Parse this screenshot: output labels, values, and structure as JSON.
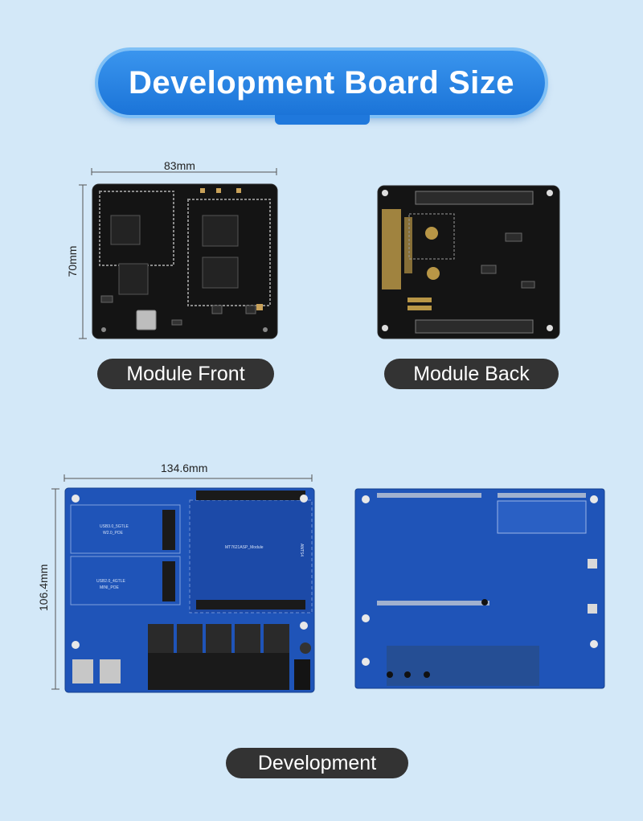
{
  "banner": {
    "title": "Development Board Size"
  },
  "module_front": {
    "label": "Module Front",
    "width_label": "83mm",
    "height_label": "70mm"
  },
  "module_back": {
    "label": "Module Back"
  },
  "dev_board": {
    "label": "Development",
    "width_label": "134.6mm",
    "height_label": "106.4mm",
    "silkscreen": {
      "slot1_line1": "USB3.0_5GTLE",
      "slot1_line2": "W2.0_POE",
      "slot2_line1": "USB2.0_4GTLE",
      "slot2_line2": "MINI_POE",
      "module_text": "MT7621ASP_Module",
      "side_text": "ANTS4"
    }
  },
  "colors": {
    "background": "#d3e8f8",
    "banner": "#1b74d8",
    "pill": "#333333",
    "pcb_black": "#141414",
    "pcb_blue": "#1f54b8"
  }
}
